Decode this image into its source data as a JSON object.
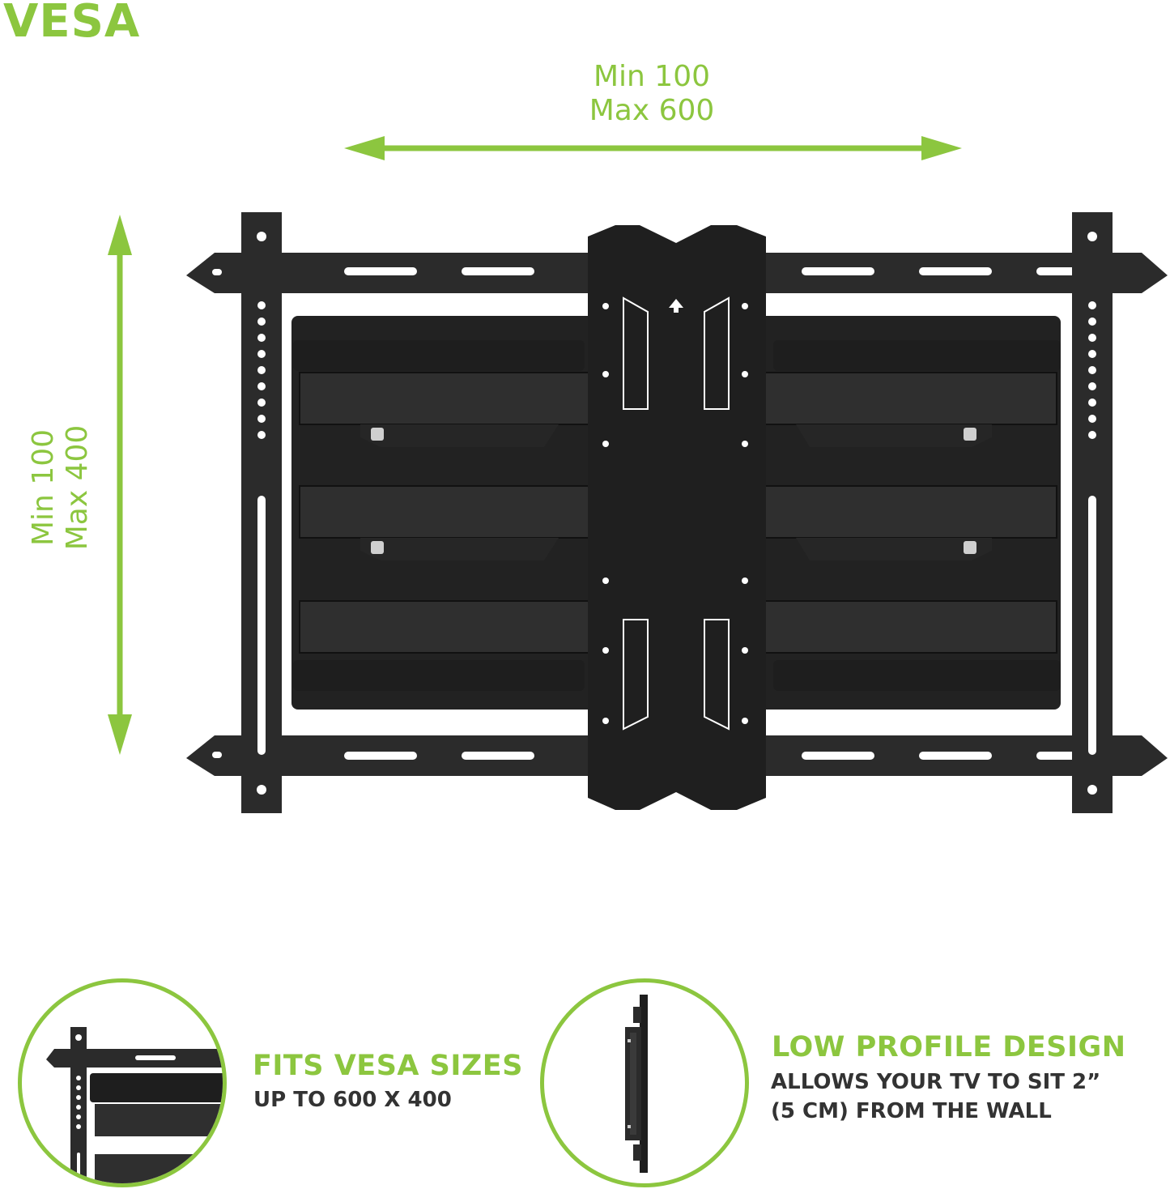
{
  "title": "VESA",
  "horizontal_range": {
    "min": "Min 100",
    "max": "Max 600"
  },
  "vertical_range": {
    "min": "Min 100",
    "max": "Max 400"
  },
  "features": [
    {
      "title": "FITS VESA SIZES",
      "subtitle_lines": [
        "UP TO 600 X 400"
      ],
      "icon": "mount-closeup-icon"
    },
    {
      "title": "LOW PROFILE DESIGN",
      "subtitle_lines": [
        "ALLOWS YOUR TV TO SIT 2”",
        "(5 CM) FROM THE WALL"
      ],
      "icon": "mount-side-profile-icon"
    }
  ],
  "colors": {
    "accent": "#8cc63f",
    "mount": "#2b2b2b",
    "text": "#333333"
  }
}
